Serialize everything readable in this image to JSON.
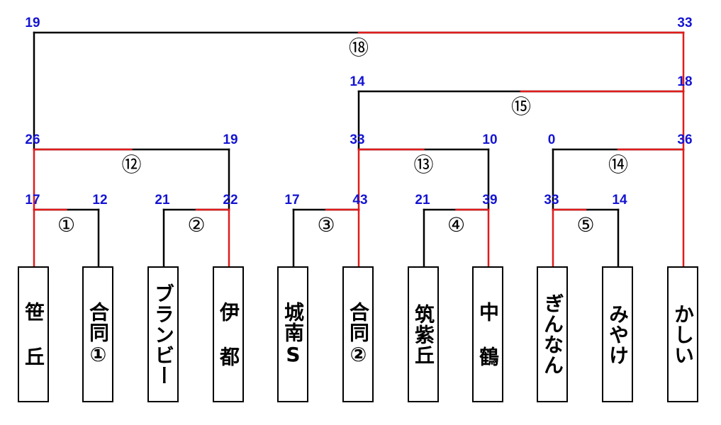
{
  "teams": [
    {
      "id": "t1",
      "name": "笹 丘"
    },
    {
      "id": "t2",
      "name": "合同①"
    },
    {
      "id": "t3",
      "name": "ブランビー"
    },
    {
      "id": "t4",
      "name": "伊 都"
    },
    {
      "id": "t5",
      "name": "城南S"
    },
    {
      "id": "t6",
      "name": "合同②"
    },
    {
      "id": "t7",
      "name": "筑紫丘"
    },
    {
      "id": "t8",
      "name": "中 鶴"
    },
    {
      "id": "t9",
      "name": "ぎんなん"
    },
    {
      "id": "t10",
      "name": "みやけ"
    },
    {
      "id": "t11",
      "name": "かしい"
    }
  ],
  "matches": [
    {
      "id": "m1",
      "label": "①",
      "left": "t1",
      "right": "t2",
      "score_left": "17",
      "score_right": "12",
      "winner": "left"
    },
    {
      "id": "m2",
      "label": "②",
      "left": "t3",
      "right": "t4",
      "score_left": "21",
      "score_right": "22",
      "winner": "right"
    },
    {
      "id": "m3",
      "label": "③",
      "left": "t5",
      "right": "t6",
      "score_left": "17",
      "score_right": "43",
      "winner": "right"
    },
    {
      "id": "m4",
      "label": "④",
      "left": "t7",
      "right": "t8",
      "score_left": "21",
      "score_right": "39",
      "winner": "right"
    },
    {
      "id": "m5",
      "label": "⑤",
      "left": "t9",
      "right": "t10",
      "score_left": "33",
      "score_right": "14",
      "winner": "left"
    },
    {
      "id": "m12",
      "label": "⑫",
      "left": "m1",
      "right": "m2",
      "score_left": "26",
      "score_right": "19",
      "winner": "left"
    },
    {
      "id": "m13",
      "label": "⑬",
      "left": "m3",
      "right": "m4",
      "score_left": "33",
      "score_right": "10",
      "winner": "left"
    },
    {
      "id": "m14",
      "label": "⑭",
      "left": "m5",
      "right": "t11",
      "score_left": "0",
      "score_right": "36",
      "winner": "right"
    },
    {
      "id": "m15",
      "label": "⑮",
      "left": "m13",
      "right": "m14",
      "score_left": "14",
      "score_right": "18",
      "winner": "right"
    },
    {
      "id": "m18",
      "label": "⑱",
      "left": "m12",
      "right": "m15",
      "score_left": "19",
      "score_right": "33",
      "winner": "right"
    }
  ],
  "colors": {
    "win_line": "#e01b1b",
    "lose_line": "#000000",
    "score_text": "#1414d2"
  }
}
